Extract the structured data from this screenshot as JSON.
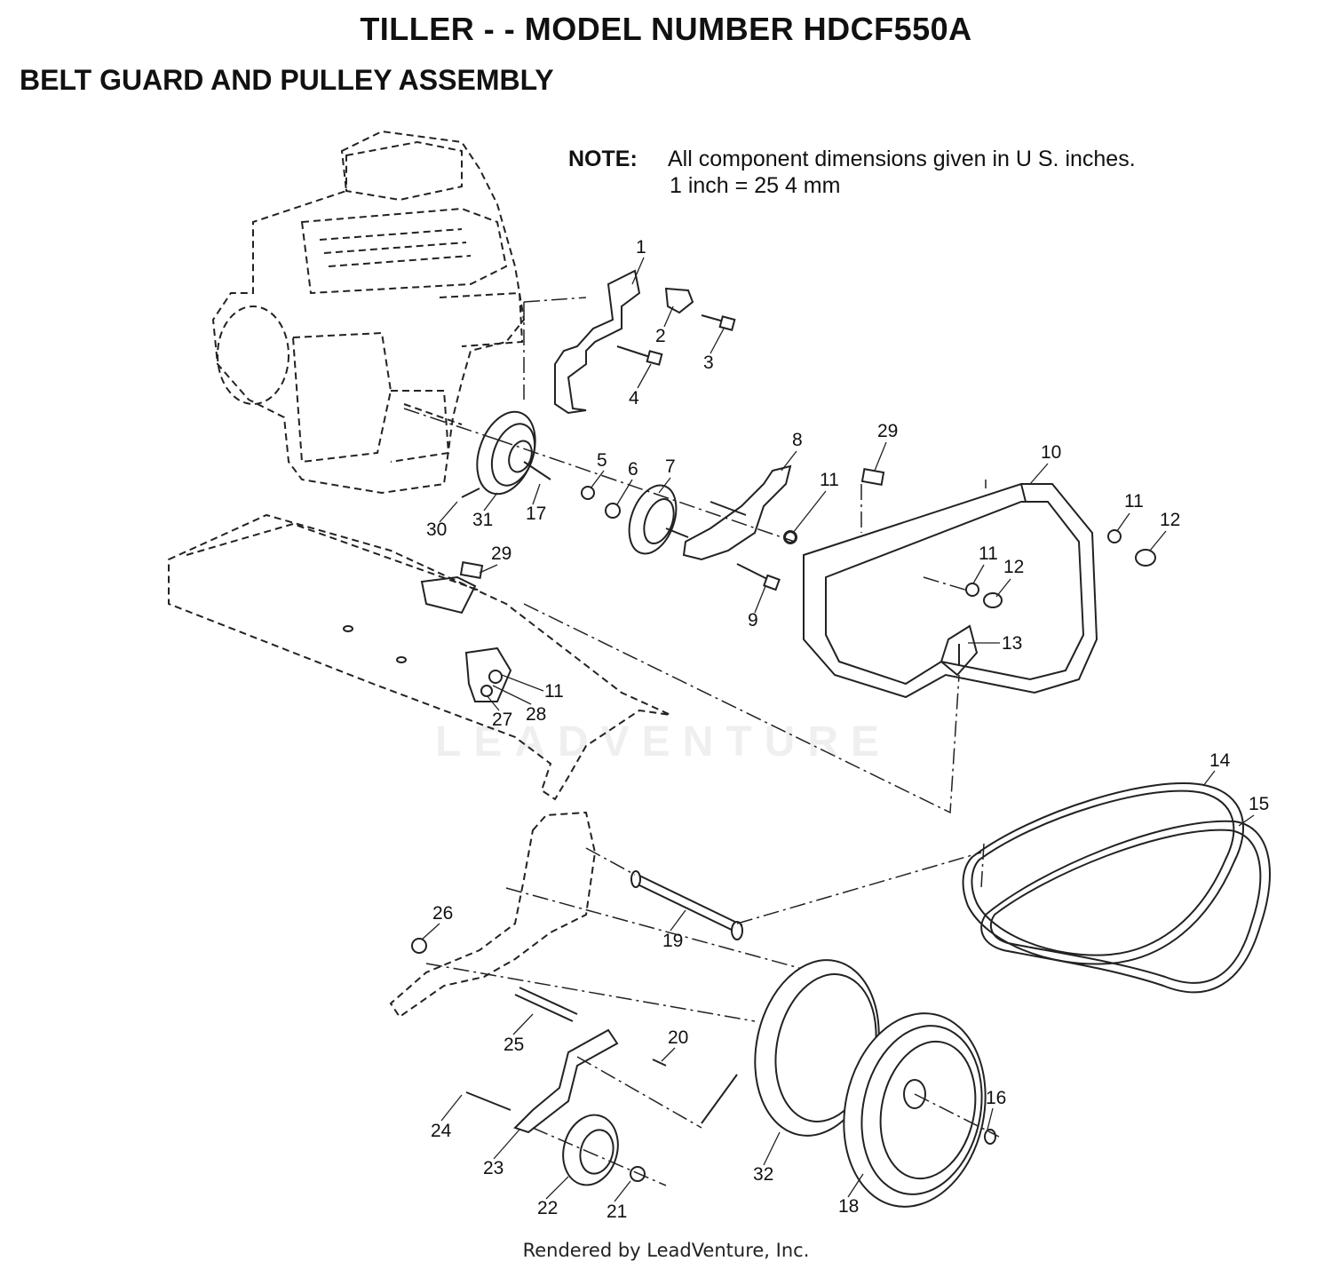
{
  "header": {
    "title": "TILLER - - MODEL NUMBER HDCF550A",
    "subtitle": "BELT GUARD AND PULLEY ASSEMBLY"
  },
  "note": {
    "label": "NOTE:",
    "line1": "All component dimensions given in U S. inches.",
    "line2": "1 inch = 25 4 mm"
  },
  "watermark": "LEADVENTURE",
  "footer": "Rendered by LeadVenture, Inc.",
  "parts": [
    "1",
    "2",
    "3",
    "4",
    "5",
    "6",
    "7",
    "8",
    "9",
    "10",
    "11",
    "12",
    "13",
    "14",
    "15",
    "16",
    "17",
    "18",
    "19",
    "20",
    "21",
    "22",
    "23",
    "24",
    "25",
    "26",
    "27",
    "28",
    "29",
    "30",
    "31",
    "32"
  ],
  "callouts": [
    "1",
    "2",
    "3",
    "4",
    "5",
    "6",
    "7",
    "8",
    "29",
    "10",
    "11",
    "11",
    "12",
    "12",
    "11",
    "13",
    "9",
    "17",
    "31",
    "30",
    "29",
    "11",
    "28",
    "27",
    "14",
    "15",
    "26",
    "19",
    "25",
    "20",
    "16",
    "24",
    "23",
    "32",
    "18",
    "22",
    "21"
  ]
}
